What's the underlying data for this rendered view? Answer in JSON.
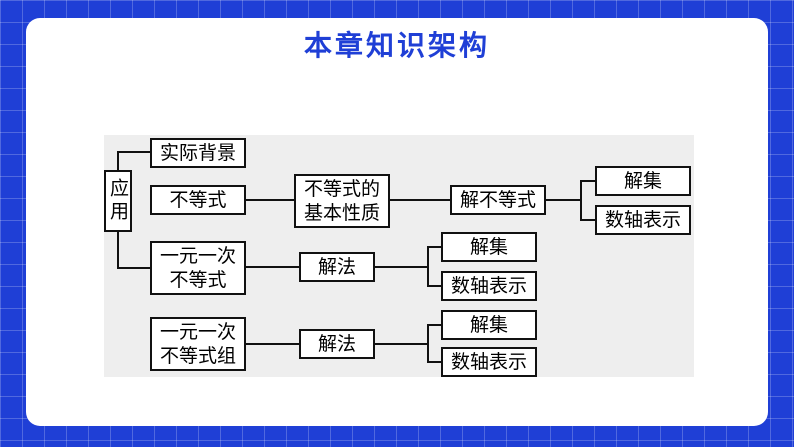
{
  "title": "本章知识架构",
  "diagram": {
    "apply": "应用",
    "background": "实际背景",
    "inequality": "不等式",
    "properties": [
      "不等式的",
      "基本性质"
    ],
    "solve_inequality": "解不等式",
    "solution_set": "解集",
    "number_line": "数轴表示",
    "linear_inequality": [
      "一元一次",
      "不等式"
    ],
    "linear_system": [
      "一元一次",
      "不等式组"
    ],
    "method": "解法"
  }
}
